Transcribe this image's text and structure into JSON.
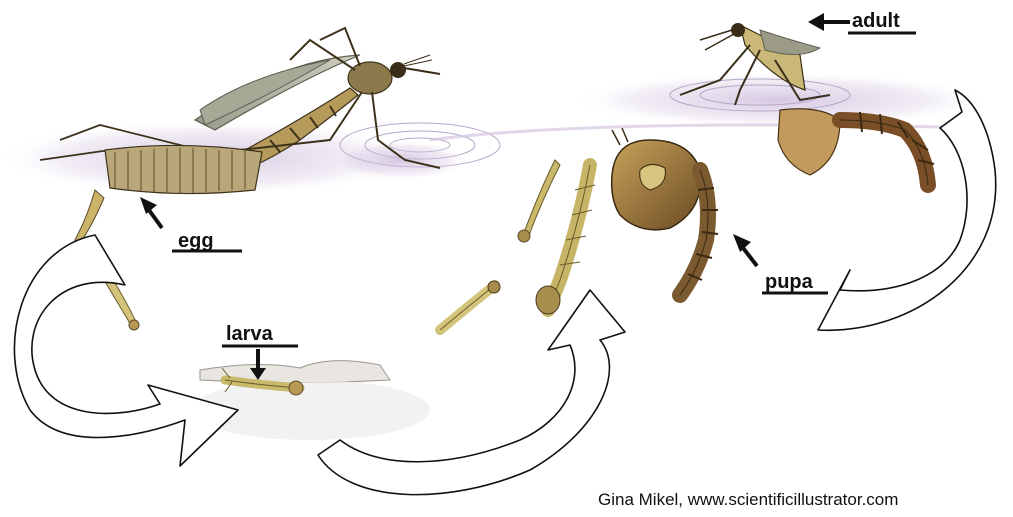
{
  "labels": {
    "egg": "egg",
    "larva": "larva",
    "pupa": "pupa",
    "adult": "adult"
  },
  "credit": "Gina Mikel, www.scientificillustrator.com",
  "colors": {
    "water_shadow": "#c8b6d8",
    "body_tan": "#b9a26a",
    "body_dark": "#5a4a2a",
    "body_brown": "#7a5230",
    "larva_green": "#b8b06a",
    "arrow_outline": "#111111"
  }
}
